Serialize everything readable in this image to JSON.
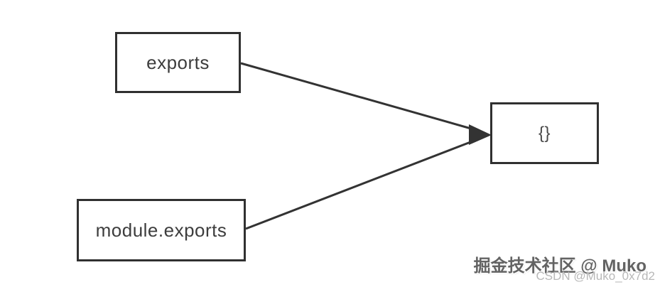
{
  "diagram": {
    "type": "flow-diagram",
    "nodes": [
      {
        "id": "exports",
        "label": "exports"
      },
      {
        "id": "module-exports",
        "label": "module.exports"
      },
      {
        "id": "object-literal",
        "label": "{}"
      }
    ],
    "edges": [
      {
        "from": "exports",
        "to": "object-literal",
        "style": "solid-arrow"
      },
      {
        "from": "module-exports",
        "to": "object-literal",
        "style": "solid-arrow"
      }
    ]
  },
  "watermark": {
    "primary": "掘金技术社区 @ Muko",
    "secondary": "CSDN @Muko_0x7d2"
  },
  "colors": {
    "background": "#ffffff",
    "node_border": "#303030",
    "node_text": "#3d3d3d",
    "arrow": "#333333",
    "watermark_primary": "#636363",
    "watermark_secondary": "#b8b8b8"
  }
}
